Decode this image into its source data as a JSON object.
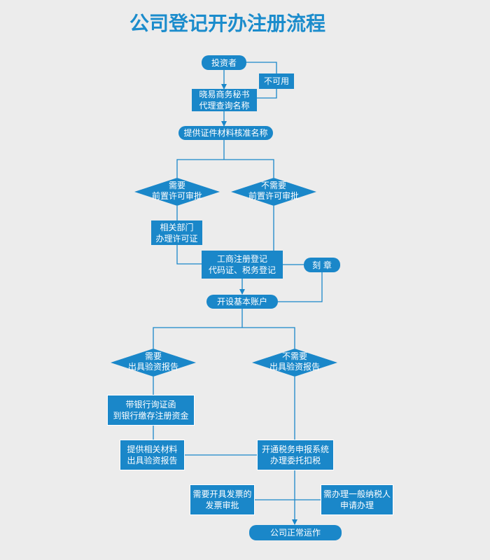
{
  "title": "公司登记开办注册流程",
  "nodes": {
    "investor": "投资者",
    "unavailable": "不可用",
    "agent_query": "晓易商务秘书\n代理查询名称",
    "submit_docs": "提供证件材料核准名称",
    "need_prior_approval": "需要\n前置许可审批",
    "no_prior_approval": "不需要\n前置许可审批",
    "dept_license": "相关部门\n办理许可证",
    "business_registration": "工商注册登记\n代码证、税务登记",
    "seal": "刻 章",
    "open_account": "开设基本账户",
    "need_capital_report": "需要\n出具验资报告",
    "no_capital_report": "不需要\n出具验资报告",
    "bank_deposit": "带银行询证函\n到银行缴存注册资金",
    "provide_materials": "提供相关材料\n出具验资报告",
    "tax_system": "开通税务申报系统\n办理委托扣税",
    "invoice_approval": "需要开具发票的\n发票审批",
    "general_taxpayer": "需办理一般纳税人\n申请办理",
    "normal_operation": "公司正常运作"
  },
  "colors": {
    "node": "#1a87c9",
    "title": "#1b8ccc",
    "line": "#1a87c9",
    "background": "#ececec"
  }
}
